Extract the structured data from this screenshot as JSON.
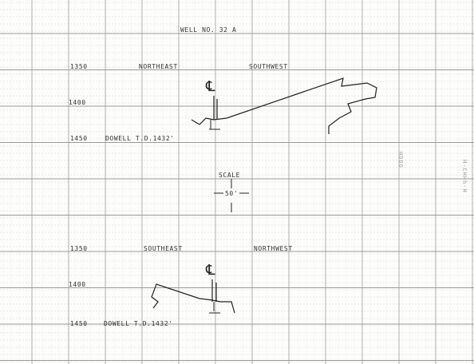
{
  "header": {
    "well": "WELL NO. 32 A"
  },
  "section_a": {
    "left_direction": "NORTHEAST",
    "right_direction": "SOUTHWEST",
    "depths": [
      "1350",
      "1400",
      "1450"
    ],
    "td_label": "DOWELL T.D.1432'"
  },
  "scale": {
    "label": "SCALE",
    "value": "50'"
  },
  "section_b": {
    "left_direction": "SOUTHEAST",
    "right_direction": "NORTHWEST",
    "depths": [
      "1350",
      "1400",
      "1450"
    ],
    "td_label": "DOWELL T.D.1432'"
  },
  "centerline_symbol": "℄",
  "side_marks": [
    "HDOD",
    "H-CHHh-H"
  ],
  "colors": {
    "ink": "#222222",
    "grid_major": "#9a9a9a",
    "grid_minor": "#d2d2d2"
  }
}
